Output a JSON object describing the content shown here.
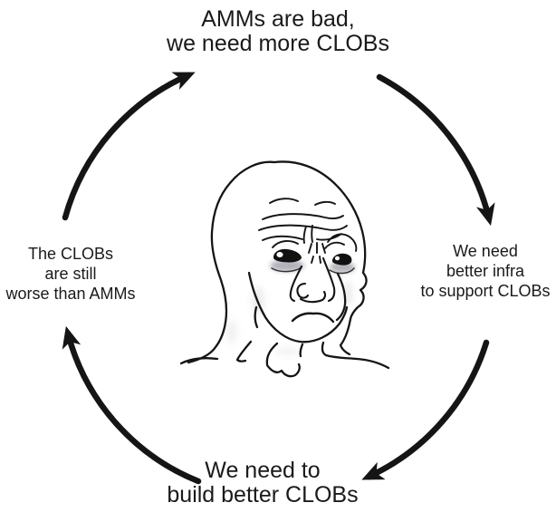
{
  "meme": {
    "center_illustration": "sad-wojak-feels-guy-face",
    "cycle_labels": {
      "top": [
        "AMMs are bad,",
        "we need more CLOBs"
      ],
      "right": [
        "We need",
        "better infra",
        "to support CLOBs"
      ],
      "bottom": [
        "We need to",
        "build better CLOBs"
      ],
      "left": [
        "The CLOBs",
        "are still",
        "worse than AMMs"
      ]
    },
    "arrow_flow": [
      "left-to-top",
      "top-to-right",
      "right-to-bottom",
      "bottom-to-left"
    ],
    "colors": {
      "background": "#ffffff",
      "ink": "#151515",
      "text": "#1a1a1a",
      "eye_bag_shadow": "#8f8a96"
    }
  }
}
